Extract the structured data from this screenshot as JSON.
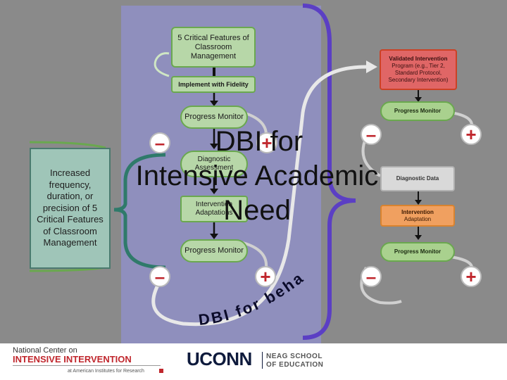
{
  "center": {
    "features": "5 Critical Features of Classroom Management",
    "implement": "Implement with Fidelity",
    "progress_top": "Progress Monitor",
    "diagnostic": "Diagnostic Assessment",
    "intervention": "Intervention Adaptations",
    "progress_bottom": "Progress Monitor"
  },
  "left_box": "Increased frequency, duration, or precision of 5 Critical Features of Classroom Management",
  "overlay_title": {
    "line1": "DBI for",
    "line2": "Intensive Academic",
    "line3": "Need"
  },
  "curved_text": "DBI for behavior",
  "right": {
    "validated_title": "Validated Intervention",
    "validated_sub": "Program (e.g., Tier 2, Standard Protocol, Secondary Intervention)",
    "progress_monitor_1": "Progress Monitor",
    "diagnostic_data": "Diagnostic Data",
    "intervention_title": "Intervention",
    "intervention_sub": "Adaptation",
    "progress_monitor_2": "Progress Monitor"
  },
  "signs": {
    "minus": "–",
    "plus": "+"
  },
  "footer": {
    "ncii_line1": "National Center on",
    "ncii_line2": "INTENSIVE INTERVENTION",
    "ncii_line3": "at American Institutes for Research",
    "uconn": "UCONN",
    "neag_line1": "NEAG SCHOOL",
    "neag_line2": "OF EDUCATION"
  },
  "colors": {
    "panel": "#8f8fbd",
    "purple_arc": "#5b3fc4",
    "arrow": "#e8e8e8",
    "ncii_red": "#c0272d",
    "uconn_navy": "#0e1a3c"
  }
}
